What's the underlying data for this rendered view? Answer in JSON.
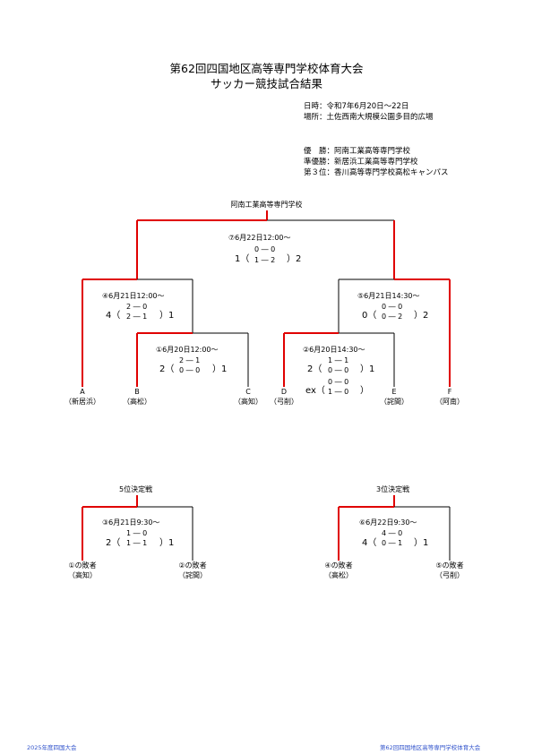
{
  "header": {
    "title_line1": "第62回四国地区高等専門学校体育大会",
    "title_line2": "サッカー競技試合結果",
    "date_label": "日時：",
    "date_value": "令和7年6月20日～22日",
    "place_label": "場所：",
    "place_value": "土佐西南大規模公園多目的広場"
  },
  "results": [
    {
      "label": "優　勝：",
      "value": "阿南工業高等専門学校"
    },
    {
      "label": "準優勝：",
      "value": "新居浜工業高等専門学校"
    },
    {
      "label": "第３位：",
      "value": "香川高等専門学校高松キャンパス"
    }
  ],
  "champion": "阿南工業高等専門学校",
  "matches": {
    "final": {
      "id_time": "⑦6月22日12:00～",
      "left": "1（",
      "right": "）2",
      "h1": "0 ― 0",
      "h2": "1 ― 2"
    },
    "m4": {
      "id_time": "④6月21日12:00～",
      "left": "4（",
      "right": "）1",
      "h1": "2 ― 0",
      "h2": "2 ― 1"
    },
    "m5": {
      "id_time": "⑤6月21日14:30～",
      "left": "0（",
      "right": "）2",
      "h1": "0 ― 0",
      "h2": "0 ― 2"
    },
    "m1": {
      "id_time": "①6月20日12:00～",
      "left": "2（",
      "right": "）1",
      "h1": "2 ― 1",
      "h2": "0 ― 0"
    },
    "m2": {
      "id_time": "②6月20日14:30～",
      "left": "2（",
      "right": "）1",
      "h1": "1 ― 1",
      "h2": "0 ― 0",
      "ex_left": "ex（",
      "ex_right": "）",
      "ex1": "0 ― 0",
      "ex2": "1 ― 0"
    },
    "m3": {
      "id_time": "③6月21日9:30～",
      "left": "2（",
      "right": "）1",
      "h1": "1 ― 0",
      "h2": "1 ― 1"
    },
    "m6": {
      "id_time": "⑥6月22日9:30～",
      "left": "4（",
      "right": "）1",
      "h1": "4 ― 0",
      "h2": "0 ― 1"
    }
  },
  "teams": [
    {
      "letter": "A",
      "name": "（新居浜）"
    },
    {
      "letter": "B",
      "name": "（高松）"
    },
    {
      "letter": "C",
      "name": "（高知）"
    },
    {
      "letter": "D",
      "name": "（弓削）"
    },
    {
      "letter": "E",
      "name": "（詫間）"
    },
    {
      "letter": "F",
      "name": "（阿南）"
    }
  ],
  "fifth": {
    "title": "5位決定戦",
    "left_team": "①の敗者",
    "left_name": "（高知）",
    "right_team": "②の敗者",
    "right_name": "（詫間）"
  },
  "third": {
    "title": "3位決定戦",
    "left_team": "④の敗者",
    "left_name": "（高松）",
    "right_team": "⑤の敗者",
    "right_name": "（弓削）"
  },
  "footer": {
    "left": "2025年度四国大会",
    "right": "第62回四国地区高等専門学校体育大会"
  },
  "colors": {
    "winner_line": "#e00000",
    "loser_line": "#000000",
    "footer_text": "#3355cc"
  }
}
